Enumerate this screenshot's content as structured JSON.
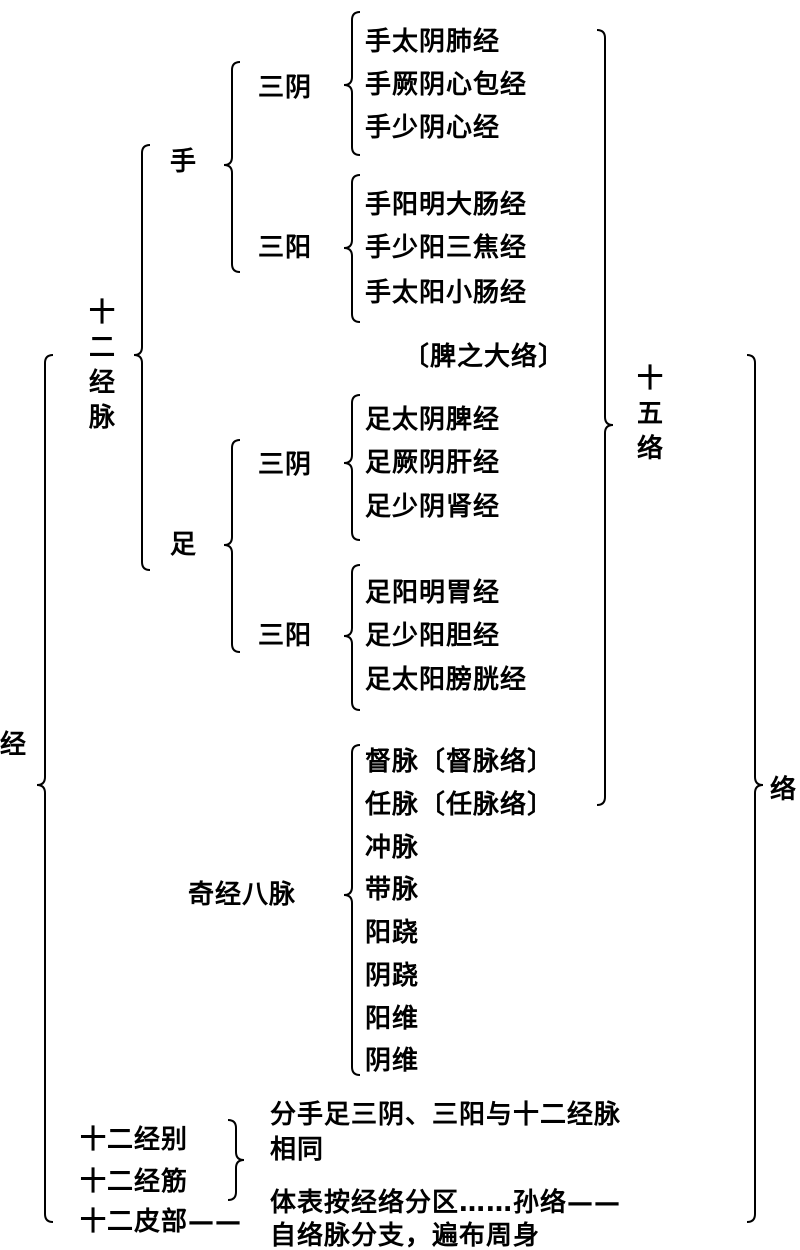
{
  "root": {
    "jing": "经",
    "luo": "络"
  },
  "twelve_meridians": {
    "label": "十二经脉",
    "shou": "手",
    "zu": "足"
  },
  "fifteen_collaterals": {
    "label": "十五络",
    "spleen_great_collateral": "〔脾之大络〕"
  },
  "shou_three_yin": {
    "label": "三阴",
    "items": [
      "手太阴肺经",
      "手厥阴心包经",
      "手少阴心经"
    ]
  },
  "shou_three_yang": {
    "label": "三阳",
    "items": [
      "手阳明大肠经",
      "手少阳三焦经",
      "手太阳小肠经"
    ]
  },
  "zu_three_yin": {
    "label": "三阴",
    "items": [
      "足太阴脾经",
      "足厥阴肝经",
      "足少阴肾经"
    ]
  },
  "zu_three_yang": {
    "label": "三阳",
    "items": [
      "足阳明胃经",
      "足少阳胆经",
      "足太阳膀胱经"
    ]
  },
  "extra_meridians": {
    "label": "奇经八脉",
    "items": [
      "督脉〔督脉络〕",
      "任脉〔任脉络〕",
      "冲脉",
      "带脉",
      "阳跷",
      "阴跷",
      "阳维",
      "阴维"
    ]
  },
  "others": {
    "divergent": "十二经别",
    "sinew": "十二经筋",
    "cutaneous": "十二皮部——",
    "note1_line1": "分手足三阴、三阳与十二经脉",
    "note1_line2": "相同",
    "note2_line1": "体表按经络分区……孙络——",
    "note2_line2": "自络脉分支，遍布周身"
  }
}
